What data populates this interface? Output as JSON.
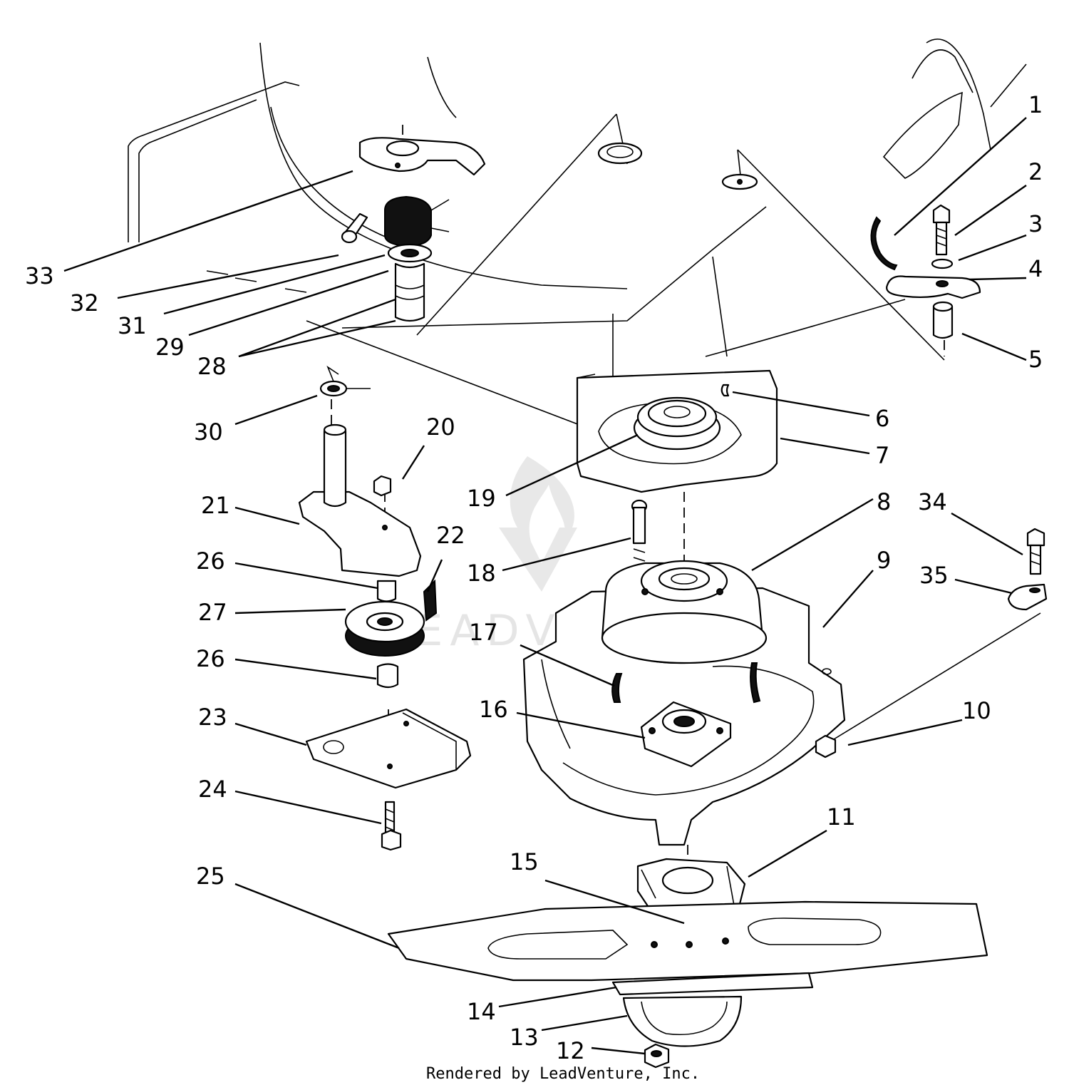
{
  "diagram": {
    "callouts": [
      "1",
      "2",
      "3",
      "4",
      "5",
      "6",
      "7",
      "8",
      "9",
      "10",
      "11",
      "12",
      "13",
      "14",
      "15",
      "16",
      "17",
      "18",
      "19",
      "20",
      "21",
      "22",
      "23",
      "24",
      "25",
      "26",
      "26",
      "27",
      "28",
      "29",
      "30",
      "31",
      "32",
      "33",
      "34",
      "35"
    ],
    "credit": "Rendered by LeadVenture, Inc.",
    "watermark": "LEADVENTURE"
  }
}
